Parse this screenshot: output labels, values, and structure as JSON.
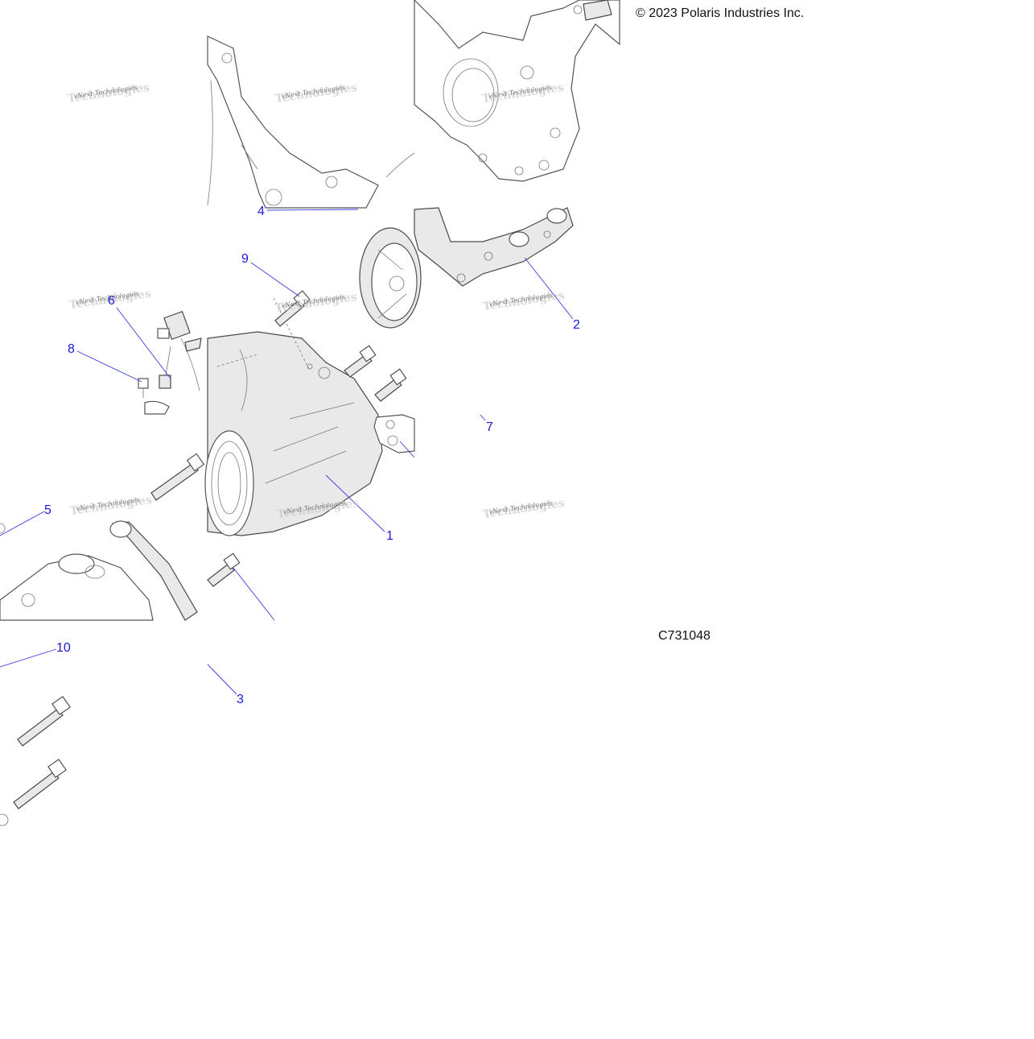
{
  "copyright": "© 2023 Polaris Industries Inc.",
  "figure_id": "C731048",
  "watermark": {
    "line1": "vNext Technologies",
    "line2": "Technologies"
  },
  "callouts": [
    {
      "id": "1",
      "label": "1"
    },
    {
      "id": "2",
      "label": "2"
    },
    {
      "id": "3",
      "label": "3"
    },
    {
      "id": "4",
      "label": "4"
    },
    {
      "id": "5",
      "label": "5"
    },
    {
      "id": "6",
      "label": "6"
    },
    {
      "id": "7",
      "label": "7"
    },
    {
      "id": "8",
      "label": "8"
    },
    {
      "id": "9",
      "label": "9"
    },
    {
      "id": "10",
      "label": "10"
    }
  ],
  "colors": {
    "callout": "#1a1ad6",
    "leader": "#3a3ae0",
    "text": "#111111"
  }
}
